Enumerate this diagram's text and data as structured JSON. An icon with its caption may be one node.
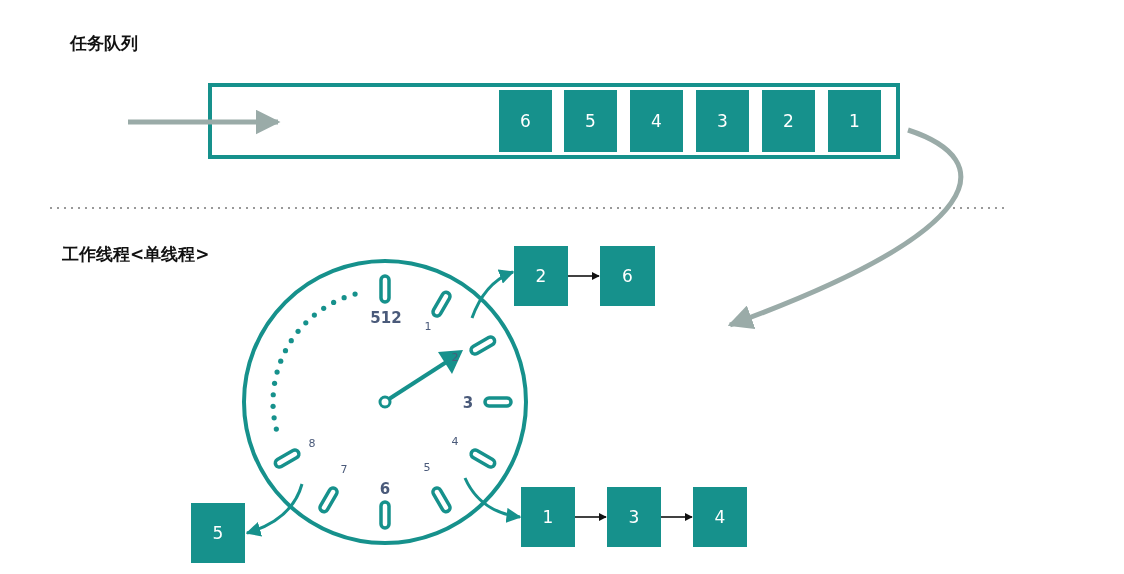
{
  "diagram": {
    "nodes": [
      {
        "text": [],
        "shape": "box"
      },
      {
        "text": [
          "6"
        ],
        "in": 0
      },
      {
        "text": [
          "5"
        ],
        "in": 0
      },
      {
        "text": [
          "4"
        ],
        "in": 0
      },
      {
        "text": [
          "3"
        ],
        "in": 0
      },
      {
        "text": [
          "2"
        ],
        "in": 0
      },
      {
        "text": [
          "1"
        ],
        "in": 0
      },
      {
        "text": [],
        "shape": "circle"
      },
      {
        "text": [
          "2"
        ]
      },
      {
        "text": [
          "6"
        ]
      },
      {
        "text": [
          "5"
        ]
      },
      {
        "text": [
          "1"
        ]
      },
      {
        "text": [
          "3"
        ]
      },
      {
        "text": [
          "4"
        ]
      }
    ],
    "edges": [
      {
        "from": null,
        "to": 0,
        "arrow": "to",
        "color": "#9aaba8"
      },
      {
        "from": 6,
        "to": null,
        "arrow": "to",
        "color": "#9aaba8"
      },
      {
        "from": 7,
        "to": 8,
        "arrow": "to",
        "color": "#16918c"
      },
      {
        "from": 8,
        "to": 9,
        "arrow": "to",
        "color": "#111111"
      },
      {
        "from": 7,
        "to": 10,
        "arrow": "to",
        "color": "#16918c"
      },
      {
        "from": 7,
        "to": 11,
        "arrow": "to",
        "color": "#16918c"
      },
      {
        "from": 11,
        "to": 12,
        "arrow": "to",
        "color": "#111111"
      },
      {
        "from": 12,
        "to": 13,
        "arrow": "to",
        "color": "#111111"
      }
    ],
    "labels": [
      "任务队列",
      "工作线程<单线程>",
      "512",
      "1",
      "2",
      "3",
      "4",
      "5",
      "6",
      "7",
      "8"
    ]
  }
}
